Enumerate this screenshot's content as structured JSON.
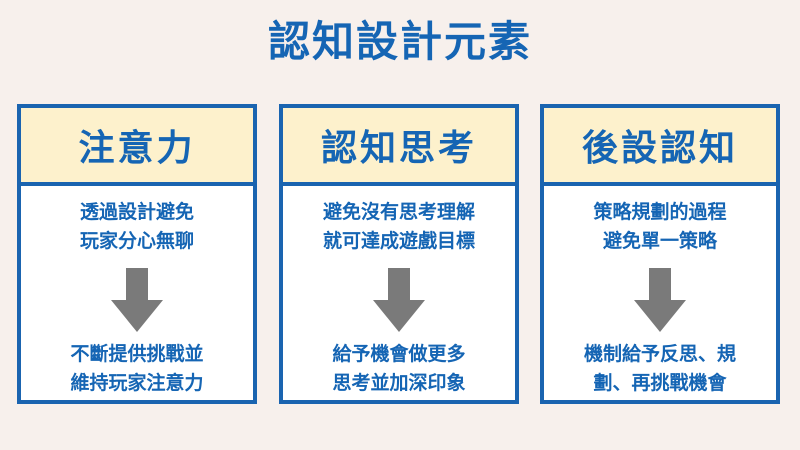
{
  "title": "認知設計元素",
  "colors": {
    "accent": "#1565b4",
    "header_bg": "#fdf1cc",
    "arrow": "#7a7a7a",
    "background": "#f7f0ec"
  },
  "cards": [
    {
      "heading": "注意力",
      "top_lines": [
        "透過設計避免",
        "玩家分心無聊"
      ],
      "bottom_lines": [
        "不斷提供挑戰並",
        "維持玩家注意力"
      ]
    },
    {
      "heading": "認知思考",
      "top_lines": [
        "避免沒有思考理解",
        "就可達成遊戲目標"
      ],
      "bottom_lines": [
        "給予機會做更多",
        "思考並加深印象"
      ]
    },
    {
      "heading": "後設認知",
      "top_lines": [
        "策略規劃的過程",
        "避免單一策略"
      ],
      "bottom_lines": [
        "機制給予反思、規",
        "劃、再挑戰機會"
      ]
    }
  ]
}
